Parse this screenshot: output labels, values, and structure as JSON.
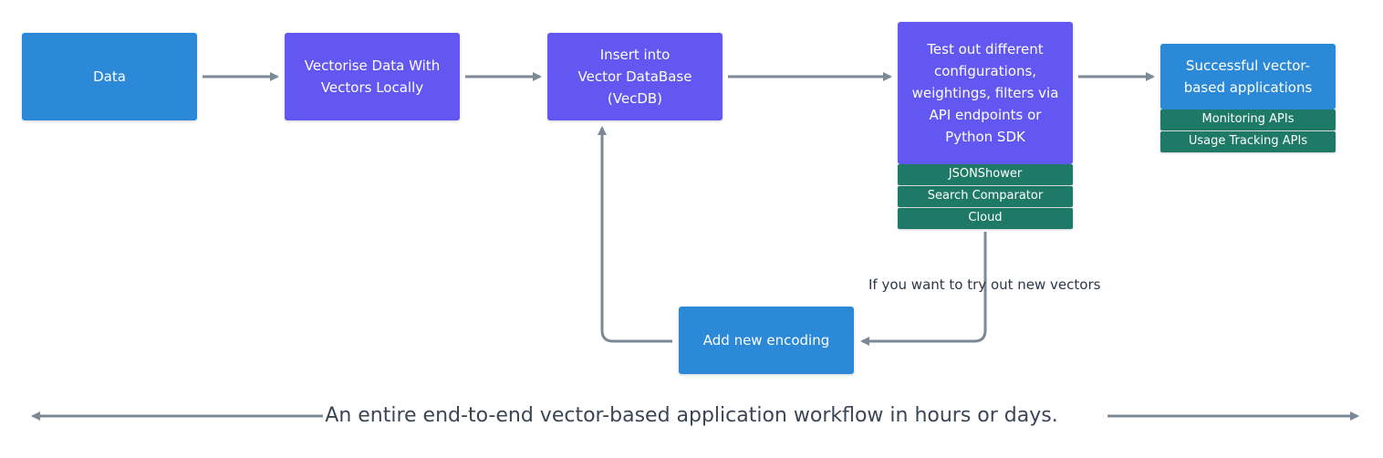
{
  "nodes": {
    "data": "Data",
    "vectorise": "Vectorise Data With\nVectors Locally",
    "insert": "Insert into\nVector DataBase\n(VecDB)",
    "test": "Test out different\nconfigurations,\nweightings, filters via\nAPI endpoints or\nPython SDK",
    "success": "Successful vector-\nbased applications",
    "add_encoding": "Add new encoding"
  },
  "tools": {
    "test": [
      "JSONShower",
      "Search Comparator",
      "Cloud"
    ],
    "success": [
      "Monitoring APIs",
      "Usage Tracking APIs"
    ]
  },
  "edge_label": "If you want to try out new vectors",
  "footer": "An entire end-to-end vector-based application workflow in hours or days.",
  "colors": {
    "blue_node": "#2b89d8",
    "purple_node": "#6257f0",
    "tool_tag": "#1e7a66",
    "arrow": "#7b8896",
    "text_dark": "#2d3748"
  }
}
